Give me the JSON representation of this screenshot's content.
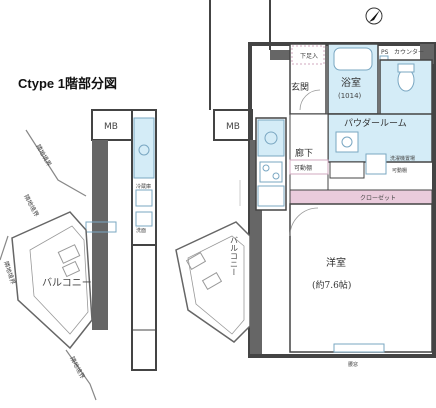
{
  "title": "Ctype 1階部分図",
  "colors": {
    "wall": "#444444",
    "wet_area": "#d4ecf7",
    "closet_band": "#eacbdc",
    "guide_line": "#d1a8bf",
    "fixture_line": "#7aa7c2"
  },
  "icons": [
    "north-arrow-icon",
    "bathtub-icon",
    "toilet-icon",
    "washbasin-icon",
    "kitchen-sink-icon",
    "stove-icon",
    "ps-icon"
  ],
  "rooms": {
    "entrance": "玄関",
    "shoe_box": "下足入",
    "bath": "浴室",
    "bath_size": "(1014)",
    "powder_room": "パウダールーム",
    "hallway": "廊下",
    "movable_shelf": "可動棚",
    "laundry_space": "洗濯機置場",
    "movable_shelf_2": "可動棚",
    "closet": "クローゼット",
    "western_room": "洋室",
    "western_size": "(約7.6帖)",
    "balcony": "バルコニー",
    "counter": "カウンター",
    "ps": "PS",
    "mb": "MB",
    "sash": "腰窓"
  },
  "left_plan": {
    "mb": "MB",
    "balcony": "バルコニー",
    "stove_label": "冷蔵庫",
    "counter_label": "洗面",
    "partition_labels": [
      "隣地境界",
      "隣地境界",
      "隣地境界",
      "隣地境界"
    ]
  }
}
